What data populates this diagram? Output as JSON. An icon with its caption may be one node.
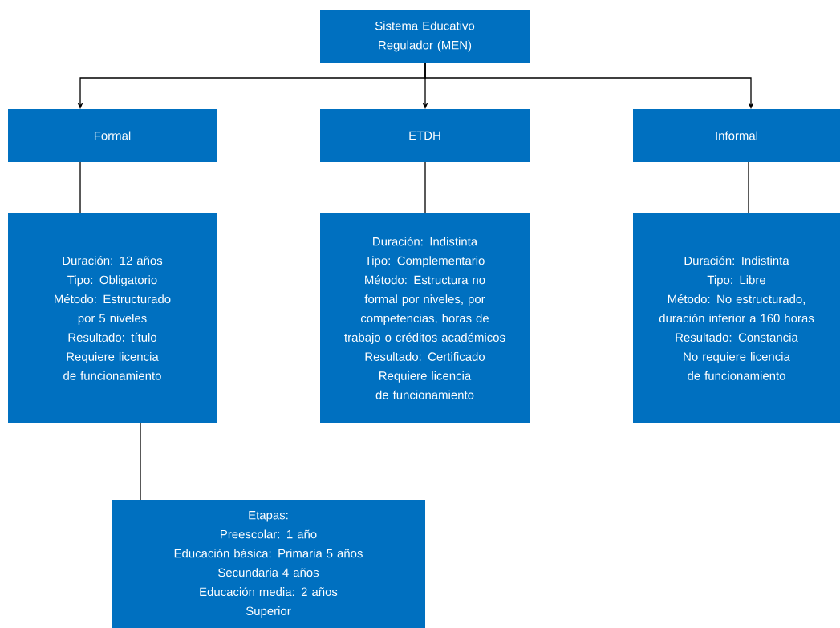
{
  "diagram": {
    "nodes": [
      {
        "text": [
          "Sistema Educativo Regulador (MEN)"
        ]
      },
      {
        "text": [
          "Formal"
        ]
      },
      {
        "text": [
          "ETDH"
        ]
      },
      {
        "text": [
          "Informal"
        ]
      },
      {
        "text": [
          "Duración: 12 años",
          "Tipo: Obligatorio",
          "Método: Estructurado por 5 niveles",
          "Resultado: título",
          "Requiere licencia de funcionamiento"
        ]
      },
      {
        "text": [
          "Duración: Indistinta",
          "Tipo: Complementario",
          "Método: Estructura no formal por niveles, por competencias, horas de trabajo o créditos académicos",
          "Resultado: Certificado",
          "Requiere licencia de funcionamiento"
        ]
      },
      {
        "text": [
          "Duración: Indistinta",
          "Tipo: Libre",
          "Método: No estructurado, duración inferior a 160 horas",
          "Resultado: Constancia",
          "No requiere licencia de funcionamiento"
        ]
      },
      {
        "text": [
          "Etapas:",
          "Preescolar: 1 año",
          "Educación básica: Primaria 5 años",
          "Secundaria 4 años",
          "Educación media: 2 años",
          "Superior"
        ]
      }
    ],
    "edges": [
      {
        "from": 0,
        "to": 1,
        "arrow": "to"
      },
      {
        "from": 0,
        "to": 2,
        "arrow": "to"
      },
      {
        "from": 0,
        "to": 3,
        "arrow": "to"
      },
      {
        "from": 1,
        "to": 4,
        "arrow": "none"
      },
      {
        "from": 2,
        "to": 5,
        "arrow": "none"
      },
      {
        "from": 3,
        "to": 6,
        "arrow": "none"
      },
      {
        "from": 4,
        "to": 7,
        "arrow": "none"
      }
    ]
  }
}
